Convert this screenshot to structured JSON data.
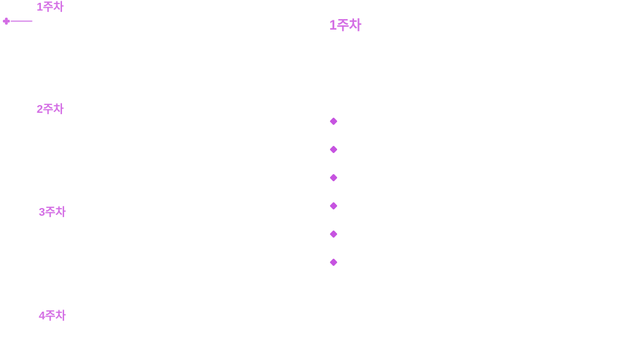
{
  "theme": {
    "accent": "#d36ce4",
    "bullet_color": "#c653e0",
    "connector_color": "#dd9aec",
    "background": "#ffffff"
  },
  "timeline": {
    "weeks": [
      {
        "label": "1주차"
      },
      {
        "label": "2주차"
      },
      {
        "label": "3주차"
      },
      {
        "label": "4주차"
      }
    ]
  },
  "content": {
    "heading": "1주차",
    "bullet_count": 6
  }
}
